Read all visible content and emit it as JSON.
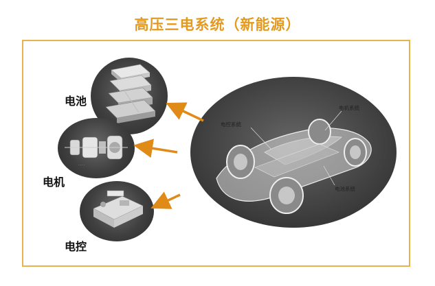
{
  "title": "高压三电系统（新能源）",
  "components": [
    {
      "label": "电池"
    },
    {
      "label": "电机"
    },
    {
      "label": "电控"
    }
  ],
  "car_callouts": {
    "motor_system": "电机系统",
    "control_system": "电控系统",
    "battery_system": "电池系统"
  },
  "colors": {
    "accent": "#e39a1e",
    "frame": "#eab14f",
    "circle_fill": "#3f3f3f"
  }
}
